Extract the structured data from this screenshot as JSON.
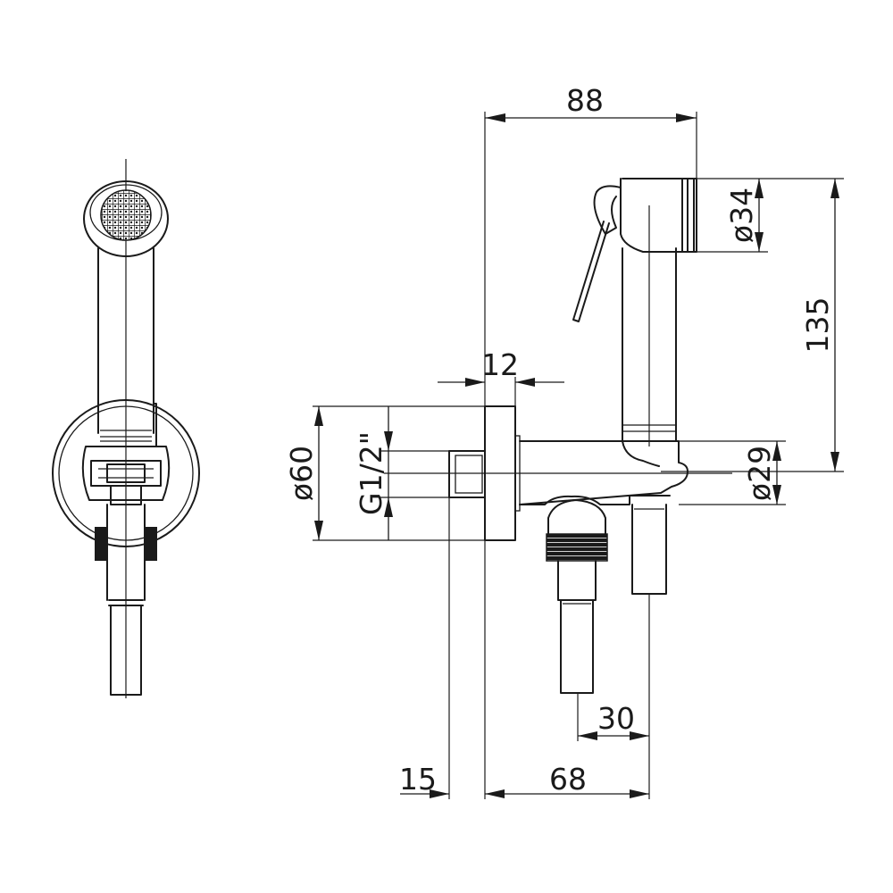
{
  "dimensions": {
    "width_top": "88",
    "dia_head": "ø34",
    "height_total": "135",
    "wall_thickness": "12",
    "dia_flange": "ø60",
    "thread": "G1/2\"",
    "dia_body": "ø29",
    "spacing": "30",
    "offset_left": "15",
    "width_bottom": "68"
  },
  "colors": {
    "line": "#1a1a1a",
    "background": "#ffffff"
  },
  "icons": {
    "shower-head": "mesh-circle",
    "hose": "straight-tube"
  }
}
